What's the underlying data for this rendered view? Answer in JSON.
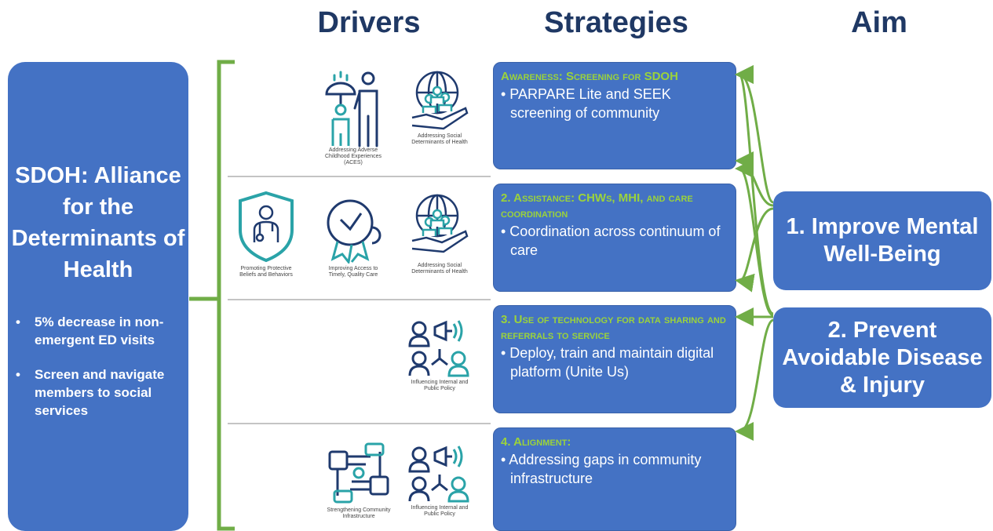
{
  "headers": {
    "drivers": "Drivers",
    "strategies": "Strategies",
    "aim": "Aim"
  },
  "alliance": {
    "title": "SDOH: Alliance for the Determinants of Health",
    "bullets": [
      "5% decrease  in non-emergent ED visits",
      "Screen and navigate members to social services"
    ]
  },
  "drivers": {
    "row1": [
      "Addressing Adverse Childhood Experiences (ACES)",
      "Addressing Social Determinants of Health"
    ],
    "row2": [
      "Promoting Protective Beliefs and Behaviors",
      "Improving Access to Timely, Quality Care",
      "Addressing Social Determinants of Health"
    ],
    "row3": [
      "Influencing Internal and Public Policy"
    ],
    "row4": [
      "Strengthening Community Infrastructure",
      "Influencing Internal and Public Policy"
    ]
  },
  "strategies": [
    {
      "title": "Awareness: Screening for SDOH",
      "bullet": "• PARPARE Lite and SEEK screening of community"
    },
    {
      "title": "2. Assistance: CHWs, MHI, and care coordination",
      "bullet": "• Coordination across continuum of care"
    },
    {
      "title": "3. Use of technology for data sharing and referrals to service",
      "bullet": "•  Deploy, train and maintain digital platform (Unite Us)"
    },
    {
      "title": "4. Alignment:",
      "bullet": "• Addressing gaps in community infrastructure"
    }
  ],
  "aims": [
    "1. Improve Mental Well-Being",
    "2. Prevent Avoidable Disease & Injury"
  ],
  "colors": {
    "box_blue": "#4472c4",
    "header_navy": "#1f3864",
    "accent_green": "#70ad47",
    "title_green": "#9bd33b",
    "icon_navy": "#1f3a6e",
    "icon_teal": "#2aa3a8"
  }
}
